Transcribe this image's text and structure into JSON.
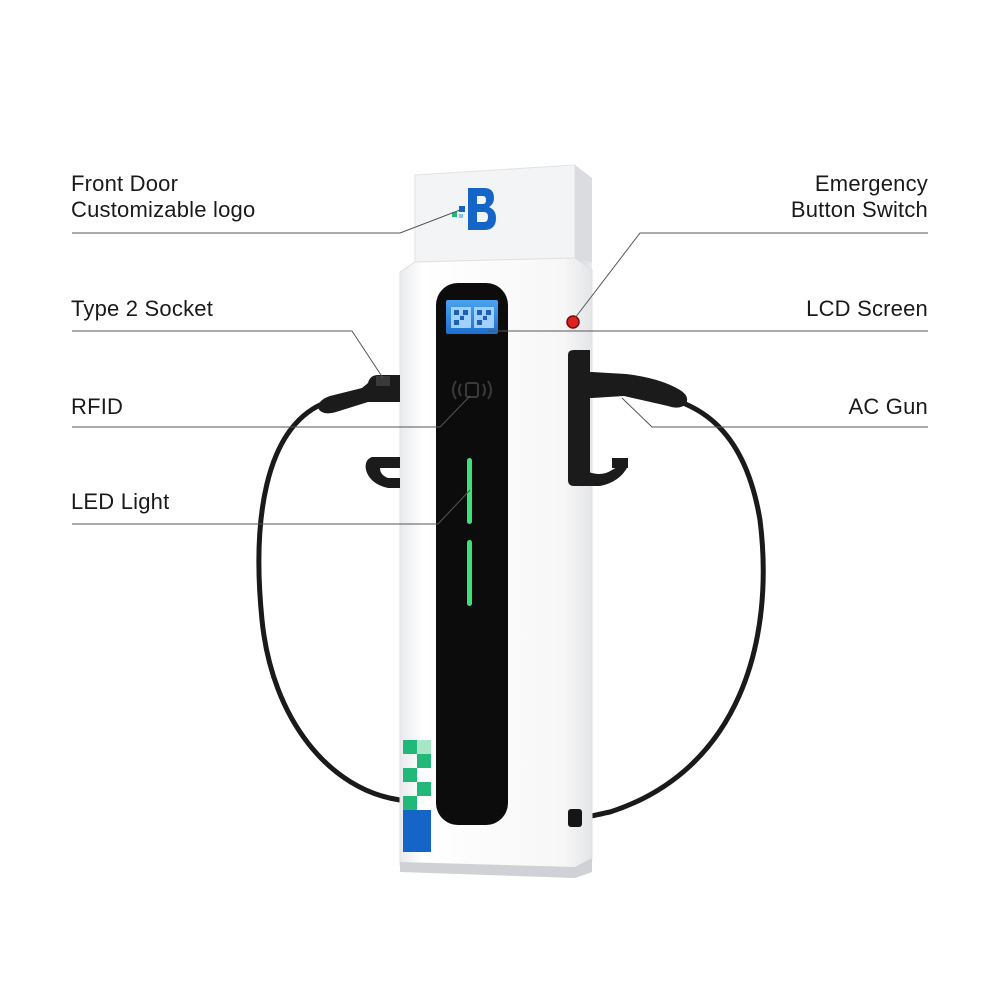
{
  "labels": {
    "front_door": {
      "line1": "Front Door",
      "line2": "Customizable logo"
    },
    "type2_socket": "Type 2 Socket",
    "rfid": "RFID",
    "led_light": "LED Light",
    "emergency": {
      "line1": "Emergency",
      "line2": "Button Switch"
    },
    "lcd_screen": "LCD Screen",
    "ac_gun": "AC Gun"
  },
  "colors": {
    "body": "#f4f5f6",
    "panel": "#0c0c0c",
    "lcd": "#2f86e0",
    "led": "#3fe07a",
    "brand_blue": "#1565c8",
    "brand_green": "#22b87a",
    "emergency": "#e02020",
    "leader": "#555555"
  },
  "icons": {
    "logo": "brand-b-logo-icon",
    "rfid": "rfid-wave-icon",
    "screen": "qr-code-icon"
  }
}
